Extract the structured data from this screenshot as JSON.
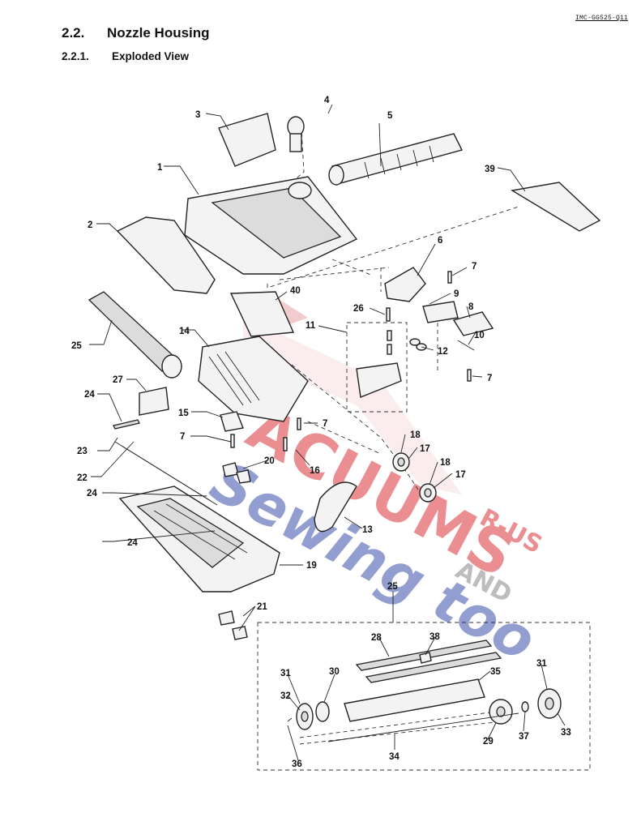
{
  "header": {
    "doc_code": "IMC-GG525-Q11",
    "section_number": "2.2.",
    "section_title": "Nozzle Housing",
    "subsection_number": "2.2.1.",
    "subsection_title": "Exploded View"
  },
  "watermark": {
    "line1": "ACUUMS",
    "line2": "Sewing too",
    "and_text": "AND",
    "rus_text": "R-US",
    "color_red": "#d9333a",
    "color_blue": "#3a4fa8"
  },
  "callouts": [
    "1",
    "2",
    "3",
    "4",
    "5",
    "6",
    "7",
    "7",
    "7",
    "7",
    "7",
    "8",
    "9",
    "10",
    "11",
    "12",
    "13",
    "14",
    "15",
    "16",
    "17",
    "17",
    "18",
    "18",
    "19",
    "20",
    "21",
    "22",
    "23",
    "24",
    "24",
    "24",
    "24",
    "25",
    "25",
    "26",
    "27",
    "28",
    "29",
    "30",
    "31",
    "31",
    "32",
    "33",
    "34",
    "35",
    "36",
    "37",
    "38",
    "39",
    "40"
  ]
}
